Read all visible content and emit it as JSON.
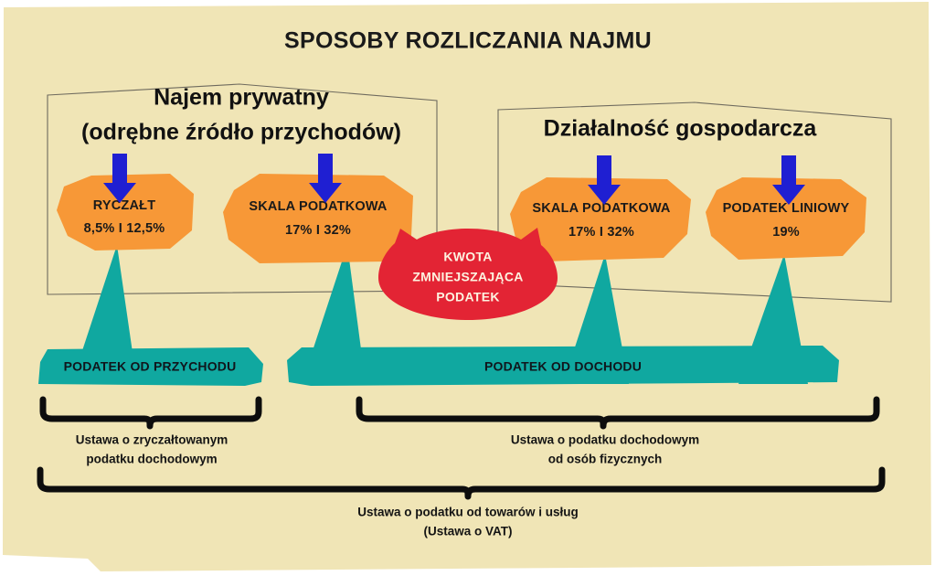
{
  "diagram": {
    "title": "SPOSOBY ROZLICZANIA NAJMU",
    "background_color": "#f0e5b6",
    "accent_colors": {
      "node_orange": "#f79837",
      "bar_teal": "#10a8a0",
      "callout_red": "#e32434",
      "arrow_blue": "#1f1fd2",
      "outline_gray": "#6e6a5e",
      "text_dark": "#1a1a1a"
    },
    "groups": [
      {
        "id": "najem-prywatny",
        "title_line1": "Najem prywatny",
        "title_line2": "(odrębne źródło przychodów)",
        "nodes": [
          {
            "id": "ryczalt",
            "label": "RYCZAŁT",
            "rate": "8,5% I 12,5%"
          },
          {
            "id": "skala-podatkowa-prywatny",
            "label": "SKALA PODATKOWA",
            "rate": "17% I 32%"
          }
        ]
      },
      {
        "id": "dzialalnosc-gospodarcza",
        "title_line1": "Działalność gospodarcza",
        "title_line2": "",
        "nodes": [
          {
            "id": "skala-podatkowa-firma",
            "label": "SKALA PODATKOWA",
            "rate": "17% I 32%"
          },
          {
            "id": "podatek-liniowy",
            "label": "PODATEK LINIOWY",
            "rate": "19%"
          }
        ]
      }
    ],
    "callout": {
      "id": "kwota-zmniejszajaca-podatek",
      "line1": "KWOTA",
      "line2": "ZMNIEJSZAJĄCA",
      "line3": "PODATEK"
    },
    "bars": [
      {
        "id": "podatek-od-przychodu",
        "label": "PODATEK OD PRZYCHODU"
      },
      {
        "id": "podatek-od-dochodu",
        "label": "PODATEK OD DOCHODU"
      }
    ],
    "braces": [
      {
        "id": "brace-ryczalt",
        "caption_line1": "Ustawa o zryczałtowanym",
        "caption_line2": "podatku dochodowym"
      },
      {
        "id": "brace-pit",
        "caption_line1": "Ustawa o podatku dochodowym",
        "caption_line2": "od osób fizycznych"
      },
      {
        "id": "brace-vat",
        "caption_line1": "Ustawa o podatku od towarów i usług",
        "caption_line2": "(Ustawa o VAT)"
      }
    ]
  }
}
